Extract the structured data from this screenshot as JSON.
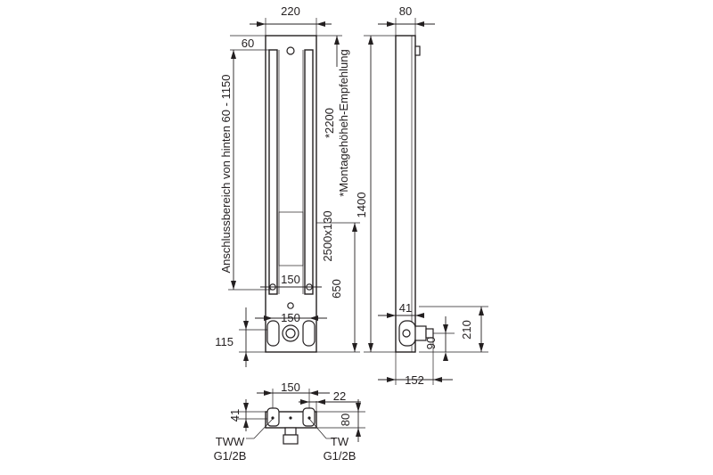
{
  "labels": {
    "front_width": "220",
    "top_offset": "60",
    "connection_range": "Anschlussbereich von hinten 60 - 1150",
    "mount_height": "*2200",
    "mount_note": "*Montagehöheh-Empfehlung",
    "inner_spacing_upper": "150",
    "inner_spacing_lower": "150",
    "opening_size": "2500x130",
    "height_650": "650",
    "bottom_115": "115",
    "side_depth": "80",
    "total_height": "1400",
    "side_41": "41",
    "side_210": "210",
    "side_90": "90",
    "side_152": "152",
    "plan_150": "150",
    "plan_22": "22",
    "plan_41": "41",
    "plan_80": "80",
    "tww": "TWW",
    "tww_thread": "G1/2B",
    "tw": "TW",
    "tw_thread": "G1/2B"
  }
}
